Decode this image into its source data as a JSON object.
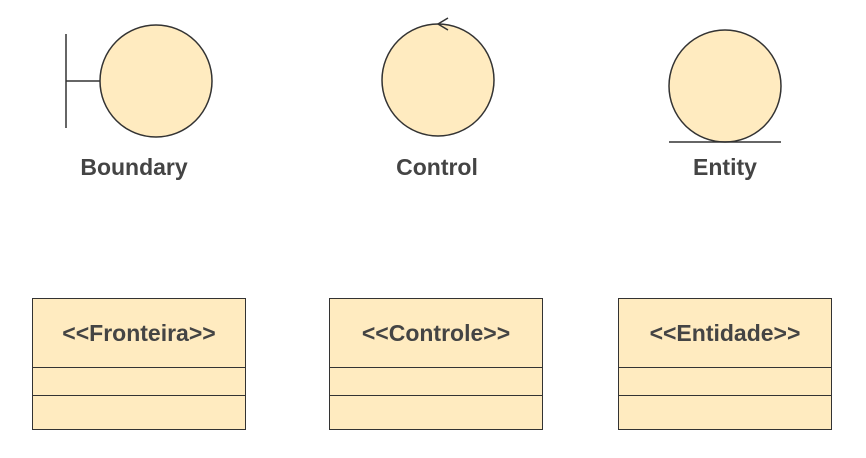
{
  "colors": {
    "fill": "#ffebc0",
    "stroke": "#333333",
    "text": "#444444"
  },
  "stereotypes": [
    {
      "icon": "boundary-icon",
      "label": "Boundary"
    },
    {
      "icon": "control-icon",
      "label": "Control"
    },
    {
      "icon": "entity-icon",
      "label": "Entity"
    }
  ],
  "classes": [
    {
      "name": "<<Fronteira>>"
    },
    {
      "name": "<<Controle>>"
    },
    {
      "name": "<<Entidade>>"
    }
  ]
}
